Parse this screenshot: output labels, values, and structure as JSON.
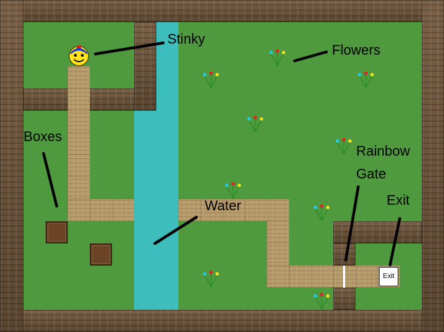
{
  "labels": {
    "stinky": "Stinky",
    "flowers": "Flowers",
    "boxes": "Boxes",
    "water": "Water",
    "rainbow": "Rainbow",
    "gate": "Gate",
    "exit": "Exit"
  },
  "exit_tile": {
    "label": "Exit"
  },
  "colors": {
    "grass": "#4f9a3e",
    "wall": "#6a5238",
    "water": "#3dbdbb",
    "path": "#b59a6a",
    "box": "#6a4424",
    "gate": "#ffffff",
    "player_face": "#ffe21a",
    "player_hat": "#1a3ad6",
    "player_accent": "#e01818"
  },
  "icons": {
    "player": "smiley-face-icon",
    "flower": "flower-icon",
    "box": "box-icon",
    "gate": "rainbow-gate-icon",
    "exit": "exit-tile-icon"
  }
}
